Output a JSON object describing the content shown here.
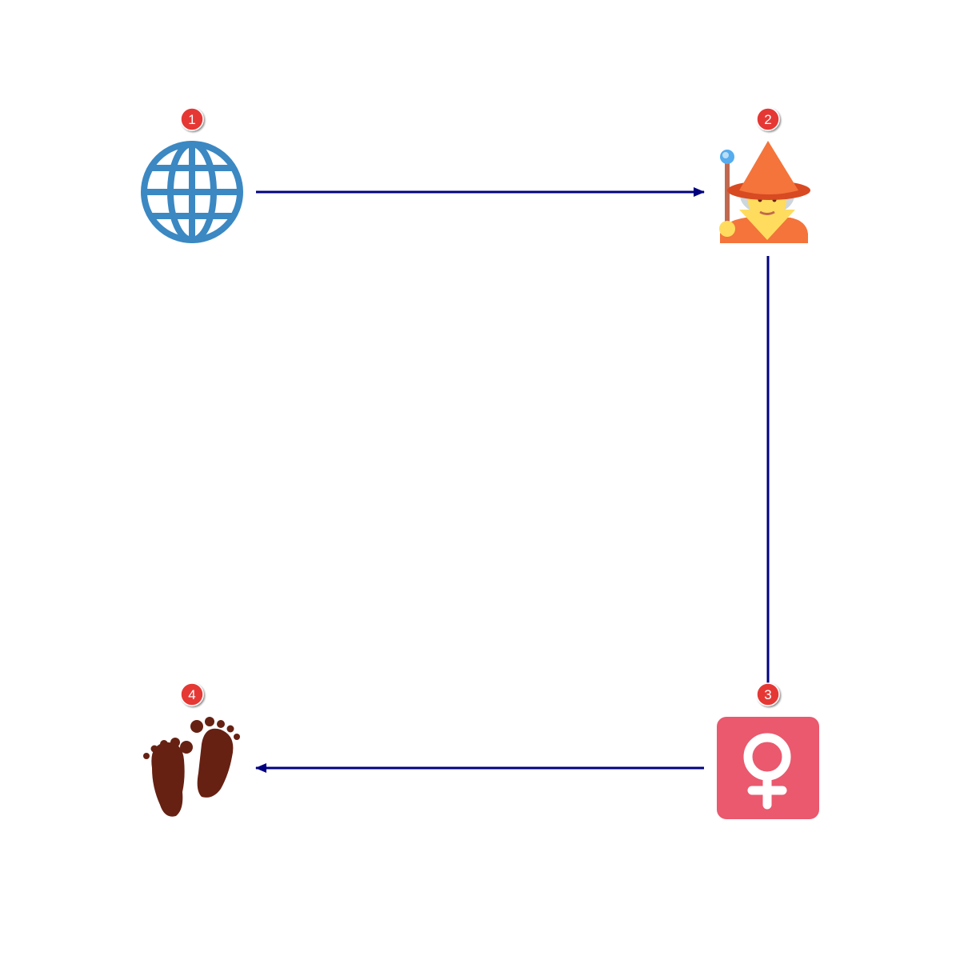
{
  "diagram": {
    "nodes": [
      {
        "id": "1",
        "badge": "1",
        "icon": "globe-with-meridians-icon"
      },
      {
        "id": "2",
        "badge": "2",
        "icon": "mage-icon"
      },
      {
        "id": "3",
        "badge": "3",
        "icon": "female-sign-icon"
      },
      {
        "id": "4",
        "badge": "4",
        "icon": "footprints-icon"
      }
    ],
    "edges": [
      {
        "from": "1",
        "to": "2",
        "arrow": true
      },
      {
        "from": "2",
        "to": "3",
        "arrow": false
      },
      {
        "from": "3",
        "to": "4",
        "arrow": true
      }
    ]
  },
  "colors": {
    "edge": "#000080",
    "badge": "#e53935",
    "globe": "#3b88c3",
    "hat": "#f4743b",
    "female_tile": "#ea596e",
    "footprints": "#662113"
  }
}
